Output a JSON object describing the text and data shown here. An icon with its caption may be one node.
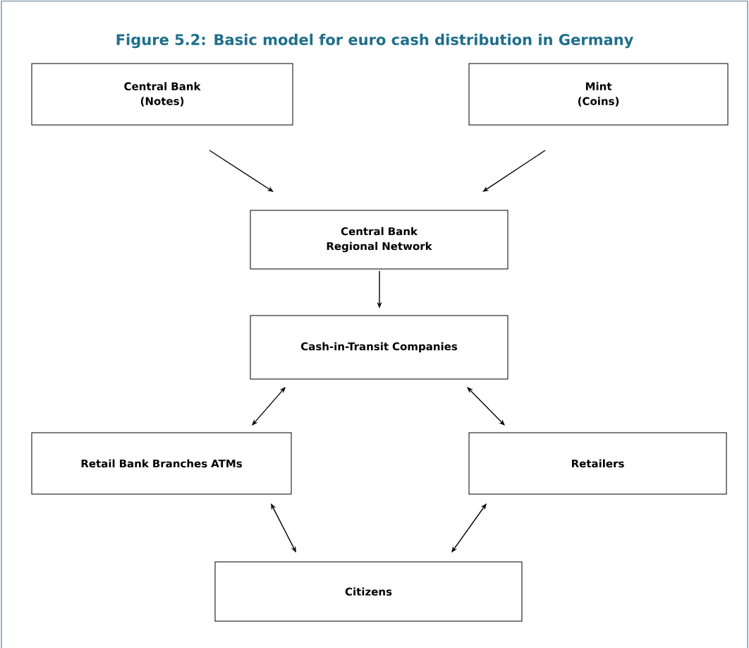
{
  "diagram": {
    "title": "Figure 5.2: Basic model for euro cash distribution in Germany",
    "nodes": [
      {
        "text": [
          "Central Bank (Notes)"
        ]
      },
      {
        "text": [
          "Mint (Coins)"
        ]
      },
      {
        "text": [
          "Central Bank Regional Network"
        ]
      },
      {
        "text": [
          "Cash-in-Transit Companies"
        ]
      },
      {
        "text": [
          "Retail Bank Branches ATMs"
        ]
      },
      {
        "text": [
          "Retailers"
        ]
      },
      {
        "text": [
          "Citizens"
        ]
      }
    ],
    "edges": [
      {
        "from": 0,
        "to": 2,
        "arrow": "to"
      },
      {
        "from": 1,
        "to": 2,
        "arrow": "to"
      },
      {
        "from": 2,
        "to": 3,
        "arrow": "to"
      },
      {
        "from": 3,
        "to": 4,
        "arrow": "both"
      },
      {
        "from": 3,
        "to": 5,
        "arrow": "both"
      },
      {
        "from": 4,
        "to": 6,
        "arrow": "both"
      },
      {
        "from": 5,
        "to": 6,
        "arrow": "both"
      }
    ]
  }
}
